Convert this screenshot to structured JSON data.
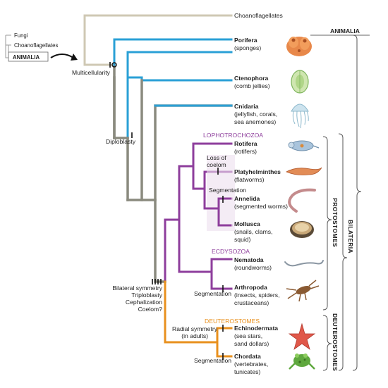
{
  "inset": {
    "fungi": "Fungi",
    "choanoflagellates": "Choanoflagellates",
    "animalia": "ANIMALIA"
  },
  "taxa": {
    "choanoflagellates": "Choanoflagellates",
    "porifera": {
      "name": "Porifera",
      "common": "(sponges)"
    },
    "ctenophora": {
      "name": "Ctenophora",
      "common": "(comb jellies)"
    },
    "cnidaria": {
      "name": "Cnidaria",
      "common1": "(jellyfish, corals,",
      "common2": "sea anemones)"
    },
    "rotifera": {
      "name": "Rotifera",
      "common": "(rotifers)"
    },
    "platyhelminthes": {
      "name": "Platyhelminthes",
      "common": "(flatworms)"
    },
    "annelida": {
      "name": "Annelida",
      "common": "(segmented worms)"
    },
    "mollusca": {
      "name": "Mollusca",
      "common1": "(snails, clams,",
      "common2": "squid)"
    },
    "nematoda": {
      "name": "Nematoda",
      "common": "(roundworms)"
    },
    "arthropoda": {
      "name": "Arthropoda",
      "common1": "(insects, spiders,",
      "common2": "crustaceans)"
    },
    "echinodermata": {
      "name": "Echinodermata",
      "common1": "(sea stars,",
      "common2": "sand dollars)"
    },
    "chordata": {
      "name": "Chordata",
      "common1": "(vertebrates,",
      "common2": "tunicates)"
    }
  },
  "traits": {
    "multicellularity": "Multicellularity",
    "diploblasty": "Diploblasty",
    "bilateral": [
      "Bilateral symmetry",
      "Triploblasty",
      "Cephalization",
      "Coelom?"
    ],
    "loss_of_coelom": [
      "Loss of",
      "coelom"
    ],
    "segmentation_annelid": "Segmentation",
    "segmentation_arthropod": "Segmentation",
    "radial_symmetry": [
      "Radial symmetry",
      "(in adults)"
    ],
    "segmentation_chordate": "Segmentation"
  },
  "clades": {
    "lophotrochozoa": "LOPHOTROCHOZOA",
    "ecdysozoa": "ECDYSOZOA",
    "deuterostomes": "DEUTEROSTOMES"
  },
  "brackets": {
    "animalia": "ANIMALIA",
    "bilateria": "BILATERIA",
    "protostomes": "PROTOSTOMES",
    "deuterostomes": "DEUTEROSTOMES"
  },
  "colors": {
    "stem": "#8a8a7e",
    "choano_line": "#cfc8b4",
    "early_branch": "#2aa0d6",
    "protostome": "#8e3e9c",
    "deuterostome": "#e8901e",
    "shade": "#ece0ef"
  },
  "icons": [
    "sponge-icon",
    "comb-jelly-icon",
    "jellyfish-icon",
    "rotifer-icon",
    "flatworm-icon",
    "earthworm-icon",
    "clam-icon",
    "roundworm-icon",
    "crayfish-icon",
    "sea-star-icon",
    "frog-icon",
    "arrow-icon"
  ]
}
